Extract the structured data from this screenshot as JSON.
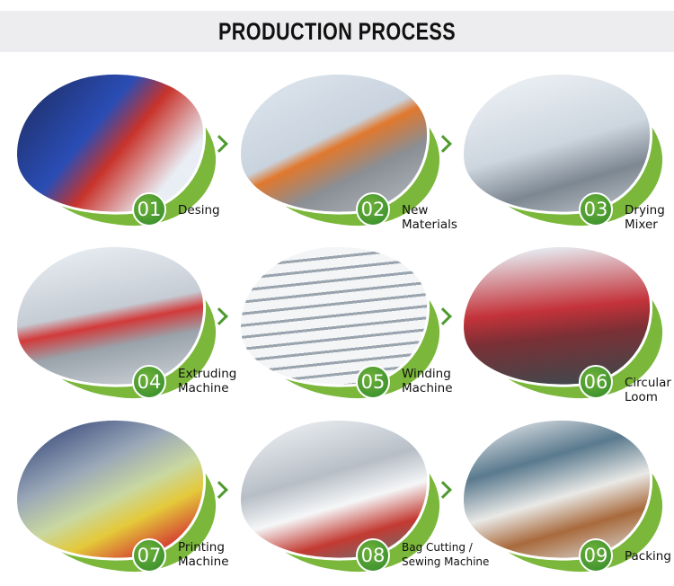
{
  "header": {
    "title": "PRODUCTION PROCESS"
  },
  "colors": {
    "accent": "#4d9a2f",
    "blob": "#7ab73a",
    "header_bg": "#edecee"
  },
  "steps": [
    {
      "number": "01",
      "label": "Desing",
      "photo": "design-screen"
    },
    {
      "number": "02",
      "label": "New Materials",
      "photo": "warehouse-forklift"
    },
    {
      "number": "03",
      "label": "Drying Mixer",
      "photo": "drying-mixer"
    },
    {
      "number": "04",
      "label": "Extruding Machine",
      "photo": "extruder"
    },
    {
      "number": "05",
      "label": "Winding Machine",
      "photo": "winding-machine"
    },
    {
      "number": "06",
      "label": "Circular Loom",
      "photo": "circular-loom"
    },
    {
      "number": "07",
      "label": "Printing Machine",
      "photo": "printing-machine"
    },
    {
      "number": "08",
      "label": "Bag Cutting / Sewing Machine",
      "photo": "cutting-sewing"
    },
    {
      "number": "09",
      "label": "Packing",
      "photo": "packing-warehouse"
    }
  ]
}
